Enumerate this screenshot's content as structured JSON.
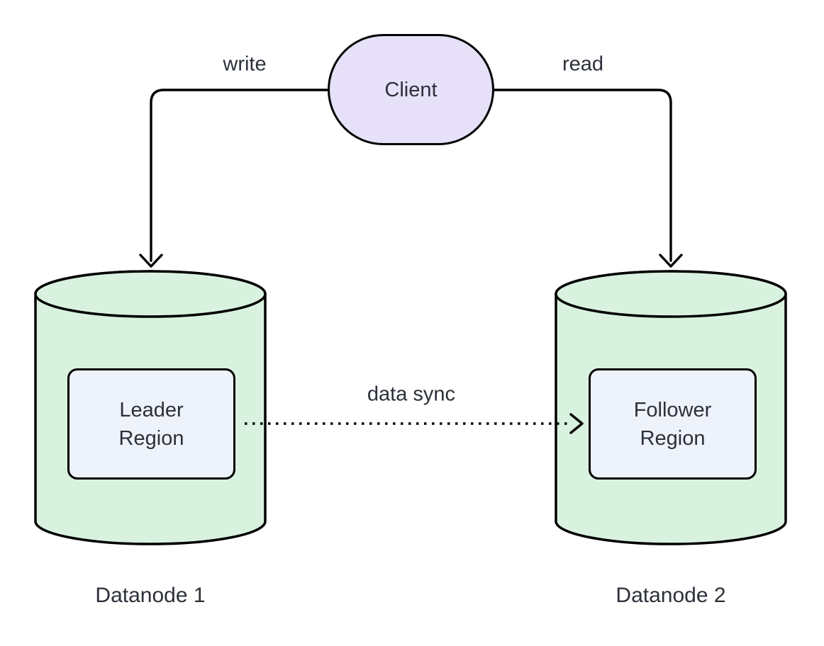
{
  "diagram": {
    "type": "flowchart",
    "nodes": {
      "client": {
        "label": "Client",
        "shape": "stadium"
      },
      "datanode1": {
        "caption": "Datanode 1",
        "shape": "cylinder"
      },
      "datanode2": {
        "caption": "Datanode 2",
        "shape": "cylinder"
      },
      "leader_region": {
        "label": "Leader Region",
        "lines": [
          "Leader",
          "Region"
        ],
        "shape": "rounded-rect"
      },
      "follower_region": {
        "label": "Follower Region",
        "lines": [
          "Follower",
          "Region"
        ],
        "shape": "rounded-rect"
      }
    },
    "edges": {
      "write": {
        "from": "client",
        "to": "datanode1",
        "label": "write",
        "style": "solid"
      },
      "read": {
        "from": "client",
        "to": "datanode2",
        "label": "read",
        "style": "solid"
      },
      "data_sync": {
        "from": "leader_region",
        "to": "follower_region",
        "label": "data sync",
        "style": "dotted"
      }
    }
  },
  "colors": {
    "client_fill": "#e6e0f8",
    "cylinder_fill": "#d9f2df",
    "region_fill": "#eef2fb",
    "stroke": "#000000",
    "text": "#2b3039",
    "background": "#ffffff"
  }
}
